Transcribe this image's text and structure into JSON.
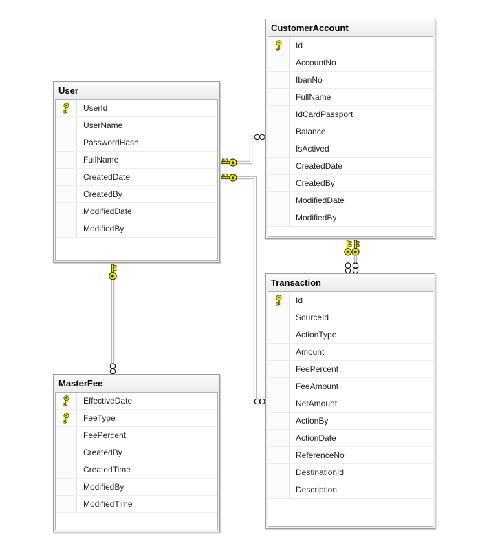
{
  "diagram": {
    "colors": {
      "key_yellow": "#ede500",
      "connector_gray": "#a9a9a9",
      "table_border": "#9b9b9b",
      "row_text": "#1e1e1e"
    },
    "tables": [
      {
        "title": "User",
        "columns": [
          {
            "name": "UserId",
            "pk": true
          },
          {
            "name": "UserName",
            "pk": false
          },
          {
            "name": "PasswordHash",
            "pk": false
          },
          {
            "name": "FullName",
            "pk": false
          },
          {
            "name": "CreatedDate",
            "pk": false
          },
          {
            "name": "CreatedBy",
            "pk": false
          },
          {
            "name": "ModifiedDate",
            "pk": false
          },
          {
            "name": "ModifiedBy",
            "pk": false
          }
        ]
      },
      {
        "title": "CustomerAccount",
        "columns": [
          {
            "name": "Id",
            "pk": true
          },
          {
            "name": "AccountNo",
            "pk": false
          },
          {
            "name": "IbanNo",
            "pk": false
          },
          {
            "name": "FullName",
            "pk": false
          },
          {
            "name": "IdCardPassport",
            "pk": false
          },
          {
            "name": "Balance",
            "pk": false
          },
          {
            "name": "IsActived",
            "pk": false
          },
          {
            "name": "CreatedDate",
            "pk": false
          },
          {
            "name": "CreatedBy",
            "pk": false
          },
          {
            "name": "ModifiedDate",
            "pk": false
          },
          {
            "name": "ModifiedBy",
            "pk": false
          }
        ]
      },
      {
        "title": "Transaction",
        "columns": [
          {
            "name": "Id",
            "pk": true
          },
          {
            "name": "SourceId",
            "pk": false
          },
          {
            "name": "ActionType",
            "pk": false
          },
          {
            "name": "Amount",
            "pk": false
          },
          {
            "name": "FeePercent",
            "pk": false
          },
          {
            "name": "FeeAmount",
            "pk": false
          },
          {
            "name": "NetAmount",
            "pk": false
          },
          {
            "name": "ActionBy",
            "pk": false
          },
          {
            "name": "ActionDate",
            "pk": false
          },
          {
            "name": "ReferenceNo",
            "pk": false
          },
          {
            "name": "DestinationId",
            "pk": false
          },
          {
            "name": "Description",
            "pk": false
          }
        ]
      },
      {
        "title": "MasterFee",
        "columns": [
          {
            "name": "EffectiveDate",
            "pk": true
          },
          {
            "name": "FeeType",
            "pk": true
          },
          {
            "name": "FeePercent",
            "pk": false
          },
          {
            "name": "CreatedBy",
            "pk": false
          },
          {
            "name": "CreatedTime",
            "pk": false
          },
          {
            "name": "ModifiedBy",
            "pk": false
          },
          {
            "name": "ModifiedTime",
            "pk": false
          }
        ]
      }
    ],
    "relationships": [
      {
        "from_table": "User",
        "from_end": "one",
        "to_table": "CustomerAccount",
        "to_end": "many"
      },
      {
        "from_table": "User",
        "from_end": "one",
        "to_table": "Transaction",
        "to_end": "many"
      },
      {
        "from_table": "CustomerAccount",
        "from_end": "one",
        "to_table": "Transaction",
        "to_end": "many"
      },
      {
        "from_table": "CustomerAccount",
        "from_end": "one",
        "to_table": "Transaction",
        "to_end": "many"
      },
      {
        "from_table": "User",
        "from_end": "one",
        "to_table": "MasterFee",
        "to_end": "many"
      }
    ]
  }
}
